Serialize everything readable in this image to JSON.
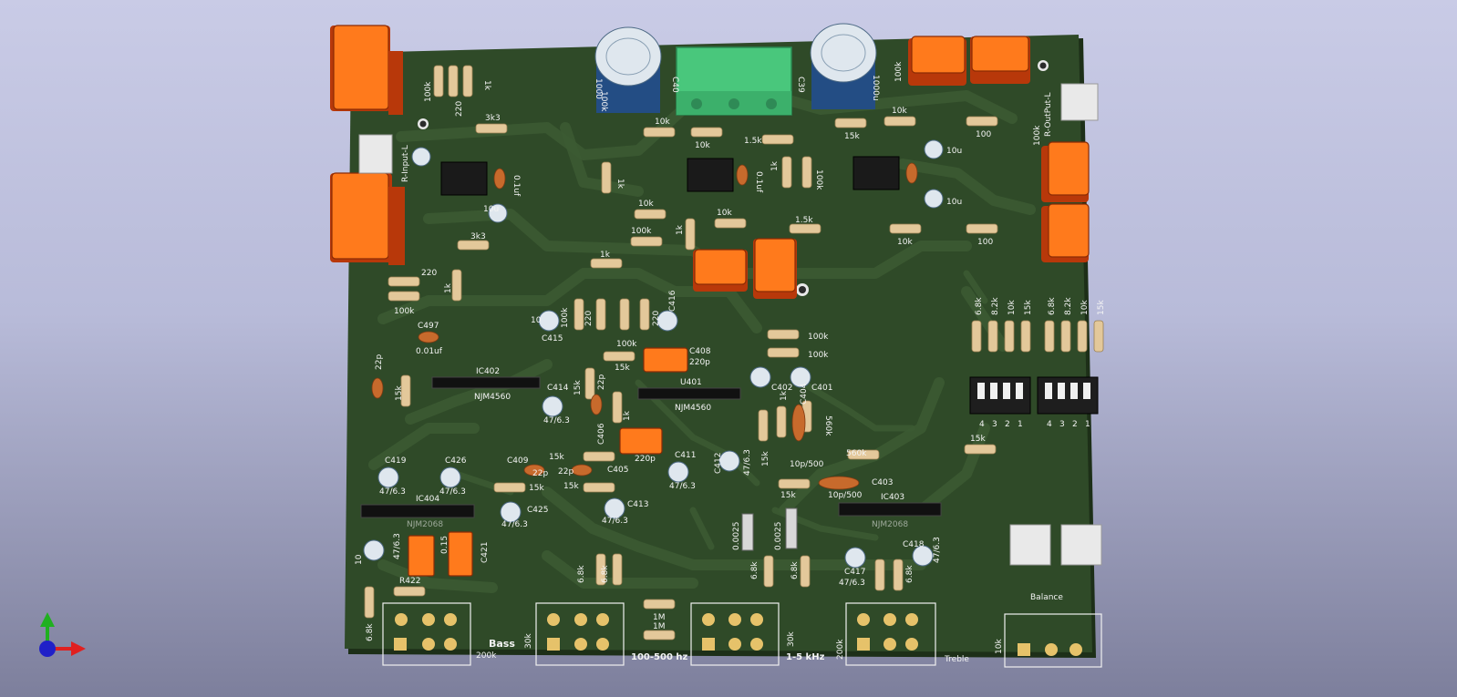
{
  "board": {
    "components": {
      "connectors": {
        "input_l": "R-Input-L",
        "output_l": "R-OutPut-L"
      },
      "electrolytic_caps": {
        "c40": "C40",
        "c40_value": "1000",
        "c39": "C39",
        "c39_value": "1000u"
      },
      "ics": {
        "ic402": "IC402",
        "ic402_part": "NJM4560",
        "u401": "U401",
        "u401_part": "NJM4560",
        "ic404": "IC404",
        "ic403": "IC403",
        "ic404_part": "NJM2068",
        "ic403_part": "NJM2068"
      },
      "labels": {
        "r_100k_a": "100k",
        "r_220_a": "220",
        "r_1k_a": "1k",
        "r_3k3_a": "3k3",
        "r_3k3_b": "3k3",
        "r_220_b": "220",
        "r_100k_b": "100k",
        "r_1k_b": "1k",
        "c_0p1uf_a": "0.1uf",
        "r_1k_c": "1k",
        "r_10k_a": "10k",
        "r_10k_b": "10k",
        "r_1p5k_a": "1.5k",
        "c_0p1uf_b": "0.1uf",
        "r_1k_d": "1k",
        "r_100k_c": "100k",
        "r_10k_c": "10k",
        "r_15k_a": "15k",
        "r_100_a": "100",
        "r_100k_d": "100k",
        "r_10k_d": "10k",
        "r_100k_e": "100k",
        "r_1k_e": "1k",
        "r_10k_e": "10k",
        "r_1p5k_b": "1.5k",
        "r_10k_f": "10k",
        "r_100_b": "100",
        "r_1k_f": "1k",
        "c_10u_a": "10u",
        "c_10u_b": "10u",
        "c497": "C497",
        "c497_val": "0.01uf",
        "r_100k_f": "100k",
        "r_220_c": "220",
        "r_220_d": "220",
        "c416": "C416",
        "c415": "C415",
        "c_10_a": "10",
        "r_100k_g": "100k",
        "r_15k_b": "15k",
        "c408": "C408",
        "c408_val": "220p",
        "c_22p_a": "22p",
        "r_15k_c": "15k",
        "c414": "C414",
        "c414_val": "47/6.3",
        "c_22p_b": "22p",
        "r_15k_d": "15k",
        "c406": "C406",
        "r_1k_g": "1k",
        "c_220p_b": "220p",
        "r_100k_h": "100k",
        "r_100k_i": "100k",
        "c402": "C402",
        "c401": "C401",
        "r_1k_h": "1k",
        "c404": "C404",
        "r_560k_a": "560k",
        "r_560k_b": "560k",
        "c_10p500_a": "10p/500",
        "c_10p500_b": "10p/500",
        "c403": "C403",
        "r_15k_e": "15k",
        "r_15k_f": "15k",
        "c411": "C411",
        "c411_val": "47/6.3",
        "c412": "C412",
        "c412_val": "47/6.3",
        "r_15k_g": "15k",
        "c409": "C409",
        "c_22p_c": "22p",
        "r_15k_h": "15k",
        "c405": "C405",
        "c_22p_d": "22p",
        "r_15k_i": "15k",
        "c413": "C413",
        "c413_val": "47/6.3",
        "c419": "C419",
        "c419_val": "47/6.3",
        "c426": "C426",
        "c426_val": "47/6.3",
        "c425": "C425",
        "c425_val": "47/6.3",
        "c_0p0025_a": "0.0025",
        "c_0p0025_b": "0.0025",
        "r_6p8k_a": "6.8k",
        "r_6p8k_b": "6.8k",
        "r_6p8k_c": "6.8k",
        "r_6p8k_d": "6.8k",
        "r_6p8k_e": "6.8k",
        "r_6p8k_f": "6.8k",
        "c417": "C417",
        "c417_val": "47/6.3",
        "c418": "C418",
        "c418_val": "47/6.3",
        "c421": "C421",
        "c_0p15": "0.15",
        "c_47_left": "47/6.3",
        "r422": "R422",
        "r_1m_a": "1M",
        "r_1m_b": "1M",
        "r_15k_j": "15k",
        "r_6p8k_g": "6.8k",
        "r_8p2k_a": "8.2k",
        "r_10k_g": "10k",
        "r_15k_k": "15k",
        "r_6p8k_h": "6.8k",
        "r_8p2k_b": "8.2k",
        "r_10k_h": "10k",
        "r_15k_l": "15k",
        "r_100k_j": "100k",
        "r_100k_k": "100k",
        "r_22p_e": "22p",
        "r_15k_m": "15k",
        "c_10_b": "10",
        "c_10u_c": "10u"
      },
      "dip_switches": {
        "pins_a": [
          "4",
          "3",
          "2",
          "1"
        ],
        "pins_b": [
          "4",
          "3",
          "2",
          "1"
        ]
      },
      "pots": {
        "bass": "Bass",
        "bass_val": "200k",
        "bass_30k": "30k",
        "mid": "100-500 hz",
        "mid_30k": "30k",
        "high": "1-5 kHz",
        "treble": "Treble",
        "treble_val": "200k",
        "balance": "Balance",
        "balance_val": "10k"
      }
    }
  },
  "colors": {
    "pcb": "#2f4a28",
    "silk": "#f4f4f4",
    "background_top": "#c9cbe6",
    "background_bottom": "#7d7f9c"
  },
  "axis_gizmo": {
    "x_color": "#e02020",
    "y_color": "#20b020",
    "z_color": "#2020c8"
  }
}
